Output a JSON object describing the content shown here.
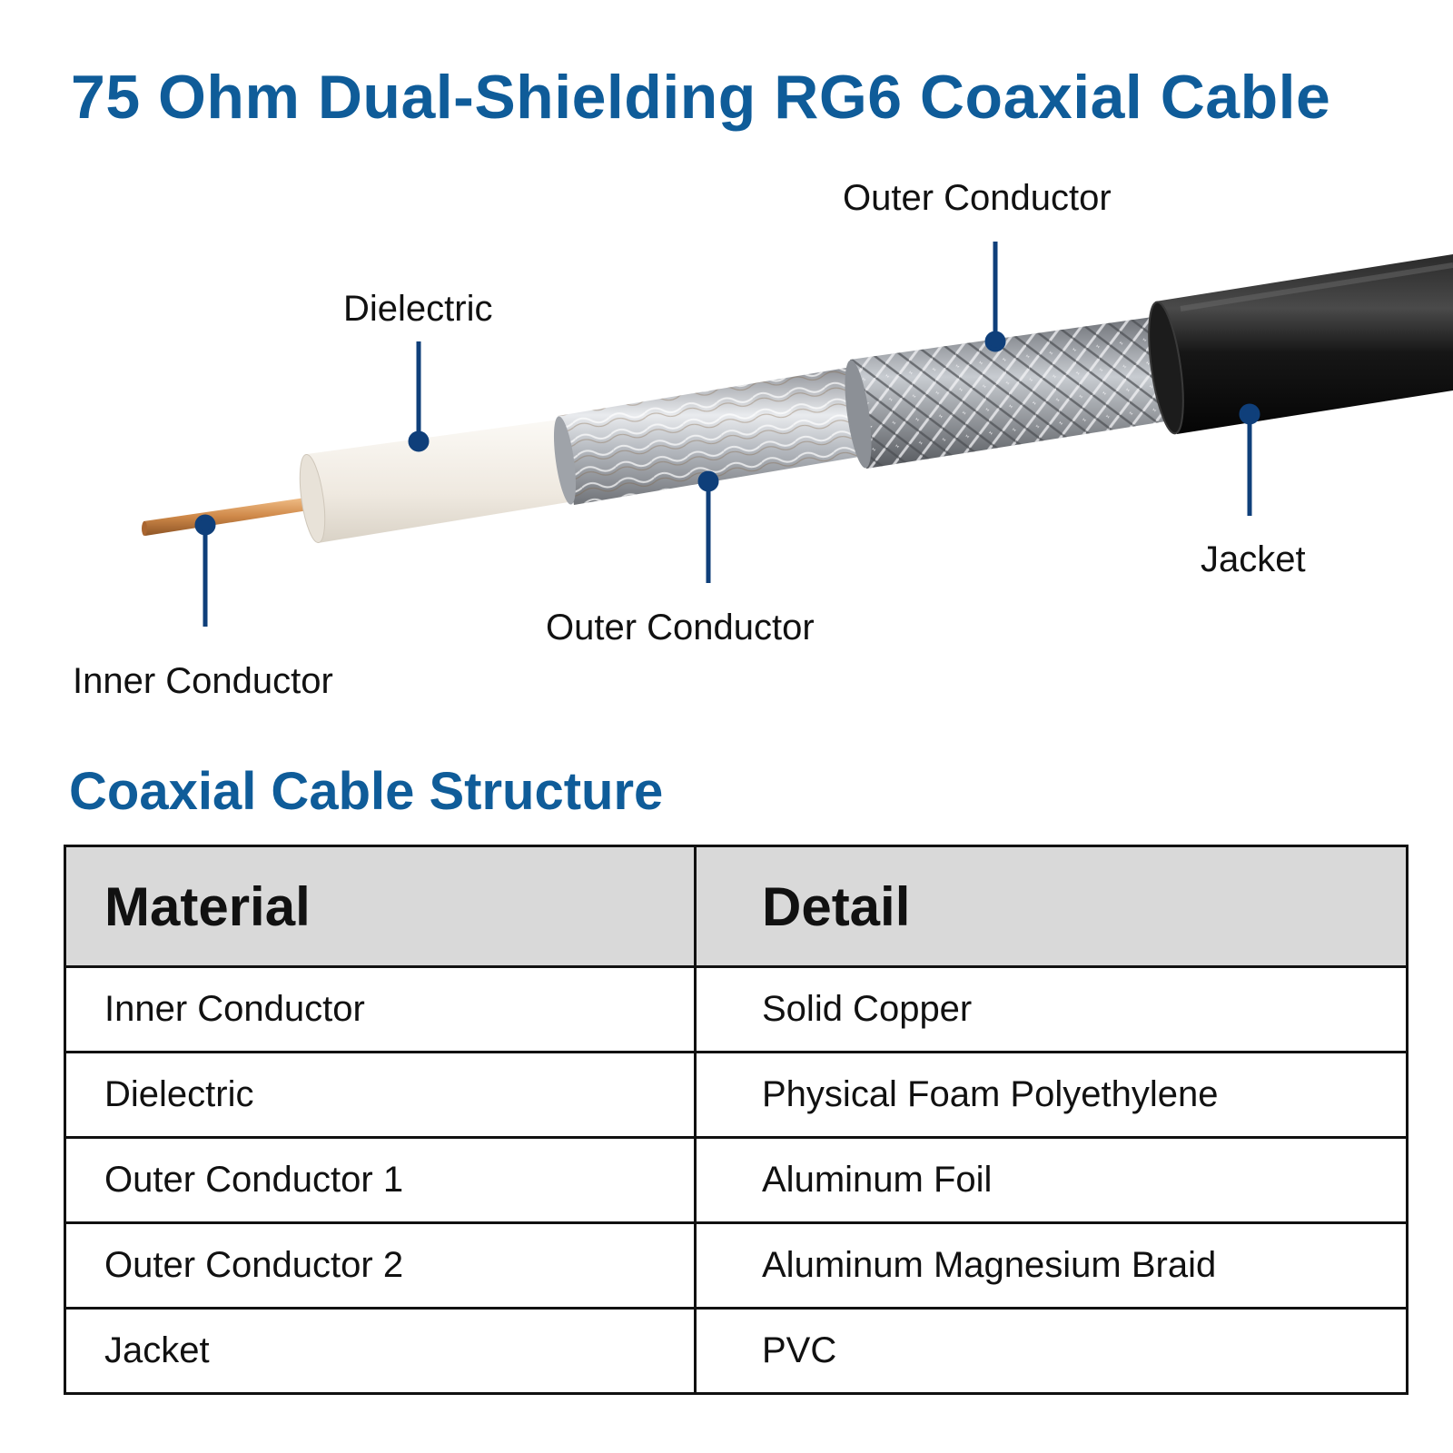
{
  "title": "75 Ohm Dual-Shielding RG6 Coaxial Cable",
  "callouts": {
    "outer_conductor_top": "Outer Conductor",
    "dielectric": "Dielectric",
    "jacket": "Jacket",
    "outer_conductor_bottom": "Outer Conductor",
    "inner_conductor": "Inner Conductor"
  },
  "section_title": "Coaxial Cable Structure",
  "table": {
    "headers": [
      "Material",
      "Detail"
    ],
    "rows": [
      [
        "Inner Conductor",
        "Solid Copper"
      ],
      [
        "Dielectric",
        "Physical Foam Polyethylene"
      ],
      [
        "Outer Conductor 1",
        "Aluminum Foil"
      ],
      [
        "Outer Conductor 2",
        "Aluminum Magnesium Braid"
      ],
      [
        "Jacket",
        "PVC"
      ]
    ]
  },
  "colors": {
    "title_blue": "#0f5c99",
    "leader_blue": "#0f3f7a",
    "header_gray": "#d9d9d9",
    "copper": "#d08a4a",
    "dielectric_white": "#f1ede6",
    "foil_silver": "#c9ccd1",
    "braid_silver": "#a9adb3",
    "jacket_black": "#141414"
  }
}
